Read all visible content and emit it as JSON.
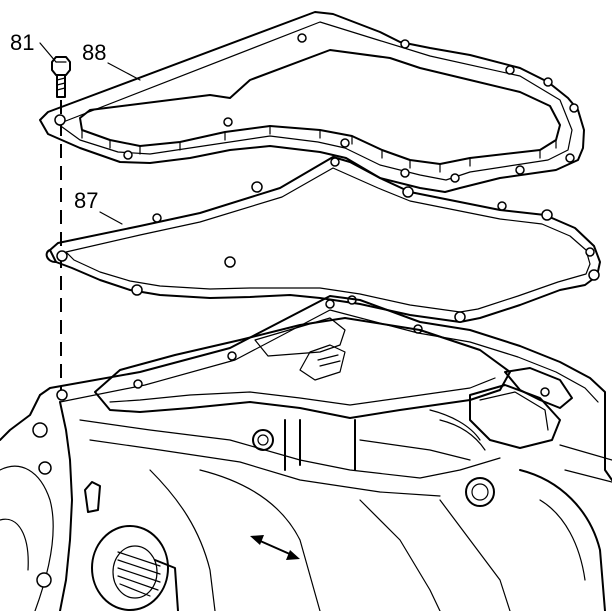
{
  "callouts": [
    {
      "id": "81",
      "part": "bolt"
    },
    {
      "id": "88",
      "part": "pan"
    },
    {
      "id": "87",
      "part": "gasket"
    }
  ]
}
